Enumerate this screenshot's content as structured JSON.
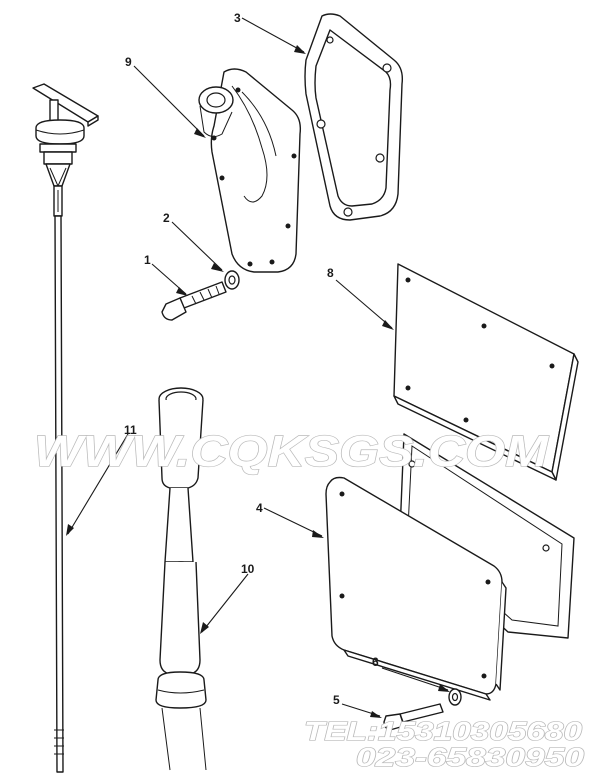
{
  "callouts": {
    "c1": "1",
    "c2": "2",
    "c3": "3",
    "c4": "4",
    "c5": "5",
    "c6": "6",
    "c8": "8",
    "c9": "9",
    "c10": "10",
    "c11": "11"
  },
  "watermark": {
    "site": "WWW.CQKSGS.COM",
    "tel": "TEL:15310305680",
    "phone": "023-65830950"
  },
  "colors": {
    "line": "#1a1a1a",
    "watermark_outline": "#b9b9b9",
    "background": "#ffffff"
  }
}
